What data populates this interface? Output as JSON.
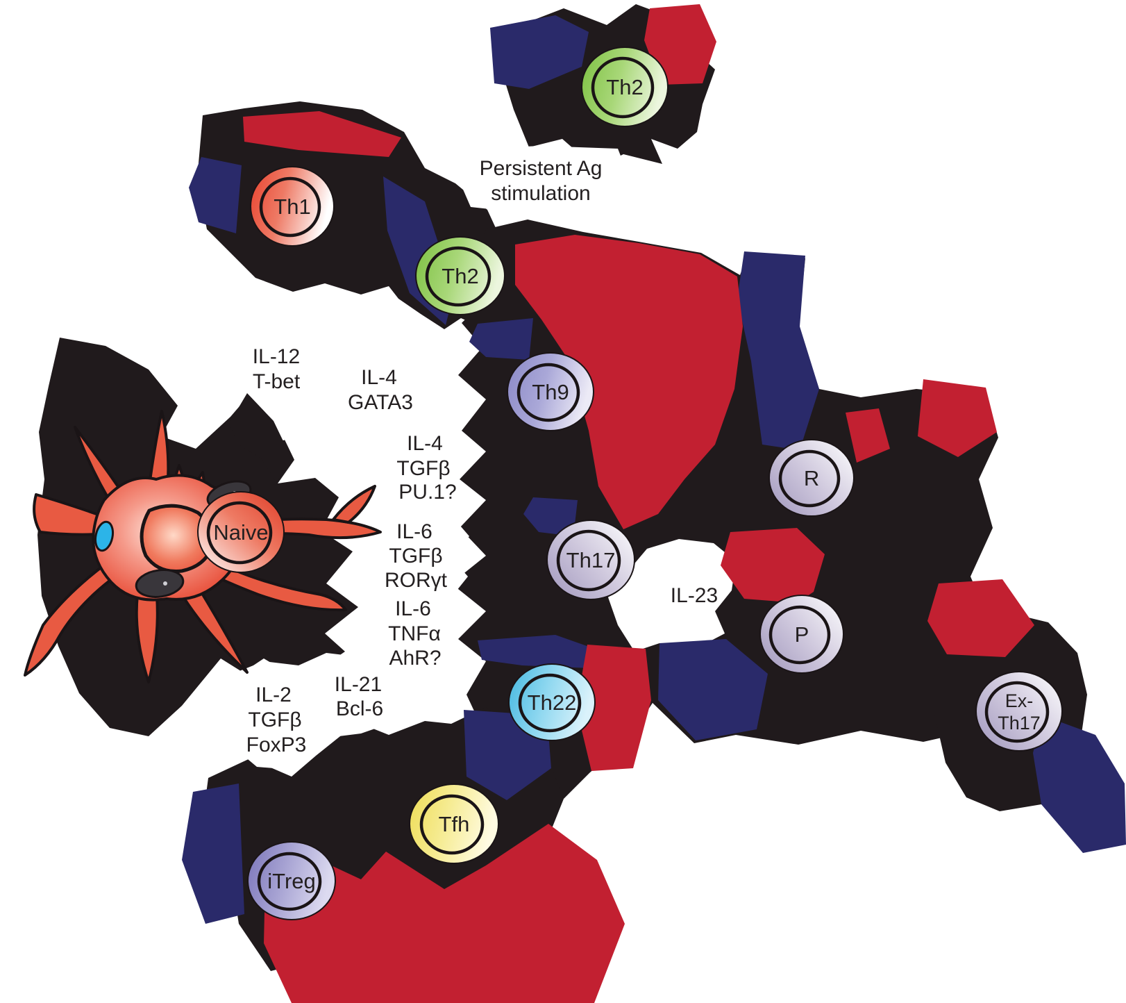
{
  "figure": {
    "description": "T helper cell differentiation diagram with naive T cell, dendritic cell, effector subsets and driving cytokines"
  },
  "palette": {
    "background": "#ffffff",
    "blob_black": "#201a1c",
    "blob_red": "#c22031",
    "blob_navy": "#2a2a6a",
    "text": "#231f20"
  },
  "cell_fill_colors": {
    "green": "#7dc142",
    "red": "#e8432f",
    "naive_red": "#e0402c",
    "periwinkle": "#8a88c6",
    "lavender": "#a89fc2",
    "cyan": "#45b8e0",
    "yellow": "#eedc55",
    "purple": "#7a74b9"
  },
  "cells": {
    "th2_top": {
      "label": "Th2"
    },
    "th1": {
      "label": "Th1"
    },
    "th2_mid": {
      "label": "Th2"
    },
    "th9": {
      "label": "Th9"
    },
    "naive": {
      "label": "Naive"
    },
    "th17": {
      "label": "Th17"
    },
    "r_cell": {
      "label": "R"
    },
    "p_cell": {
      "label": "P"
    },
    "th22": {
      "label": "Th22"
    },
    "tfh": {
      "label": "Tfh"
    },
    "itreg": {
      "label": "iTreg"
    },
    "ex_th17": {
      "label_line1": "Ex-",
      "label_line2": "Th17"
    }
  },
  "annotations": {
    "persistent": {
      "line1": "Persistent Ag",
      "line2": "stimulation"
    },
    "il12": {
      "line1": "IL-12",
      "line2": "T-bet"
    },
    "il4_gata3": {
      "line1": "IL-4",
      "line2": "GATA3"
    },
    "il4_pu1": {
      "line1": "IL-4",
      "line2": "TGFβ",
      "line3": "PU.1?"
    },
    "il6_roryt": {
      "line1": "IL-6",
      "line2": "TGFβ",
      "line3": "RORγt"
    },
    "il6_ahr": {
      "line1": "IL-6",
      "line2": "TNFα",
      "line3": "AhR?"
    },
    "il21": {
      "line1": "IL-21",
      "line2": "Bcl-6"
    },
    "il2_foxp3": {
      "line1": "IL-2",
      "line2": "TGFβ",
      "line3": "FoxP3"
    },
    "il23": {
      "line1": "IL-23"
    }
  }
}
